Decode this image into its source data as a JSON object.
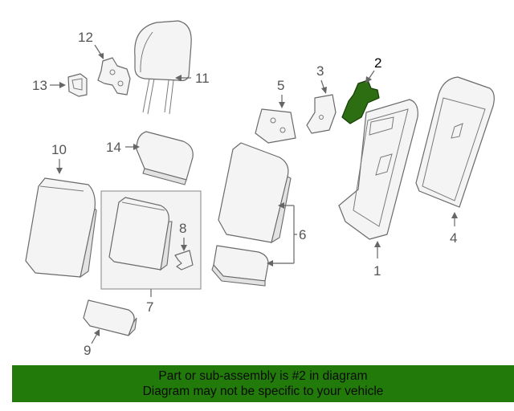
{
  "diagram": {
    "callouts": {
      "c1": "1",
      "c2": "2",
      "c3": "3",
      "c4": "4",
      "c5": "5",
      "c6": "6",
      "c7": "7",
      "c8": "8",
      "c9": "9",
      "c10": "10",
      "c11": "11",
      "c12": "12",
      "c13": "13",
      "c14": "14"
    },
    "highlighted_part": "2",
    "colors": {
      "highlight": "#2d6e12",
      "banner": "#227a0b",
      "line": "#6a6a6a"
    }
  },
  "banner": {
    "line1": "Part or sub-assembly is #2 in diagram",
    "line2": "Diagram may not be specific to your vehicle"
  }
}
